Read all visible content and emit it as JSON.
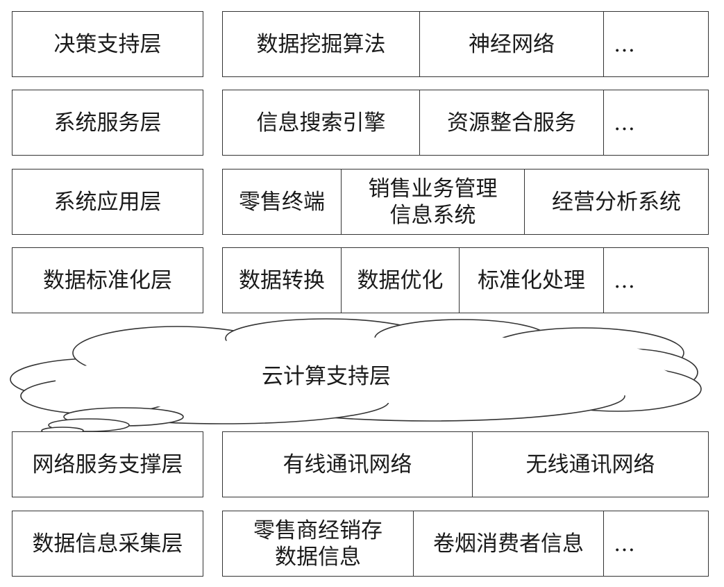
{
  "layers": [
    {
      "label": "决策支持层",
      "items": [
        "数据挖掘算法",
        "神经网络",
        "…"
      ]
    },
    {
      "label": "系统服务层",
      "items": [
        "信息搜索引擎",
        "资源整合服务",
        "…"
      ]
    },
    {
      "label": "系统应用层",
      "items": [
        "零售终端",
        "销售业务管理\n信息系统",
        "经营分析系统"
      ]
    },
    {
      "label": "数据标准化层",
      "items": [
        "数据转换",
        "数据优化",
        "标准化处理",
        "…"
      ]
    },
    {
      "label": "网络服务支撑层",
      "items": [
        "有线通讯网络",
        "无线通讯网络"
      ]
    },
    {
      "label": "数据信息采集层",
      "items": [
        "零售商经销存\n数据信息",
        "卷烟消费者信息",
        "…"
      ]
    }
  ],
  "cloud": {
    "label": "云计算支持层"
  }
}
